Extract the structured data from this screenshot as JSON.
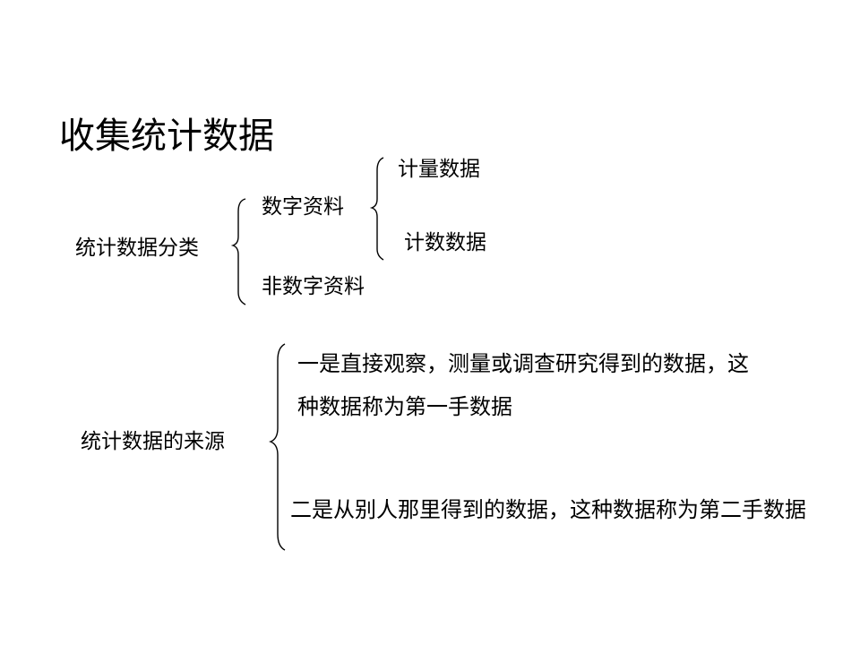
{
  "title": "收集统计数据",
  "classification": {
    "label": "统计数据分类",
    "branches": {
      "numeric": "数字资料",
      "non_numeric": "非数字资料"
    },
    "numeric_sub": {
      "measurement": "计量数据",
      "count": "计数数据"
    }
  },
  "sources": {
    "label": "统计数据的来源",
    "first_line1": "一是直接观察，测量或调查研究得到的数据，这",
    "first_line2": "种数据称为第一手数据",
    "second": "二是从别人那里得到的数据，这种数据称为第二手数据"
  }
}
